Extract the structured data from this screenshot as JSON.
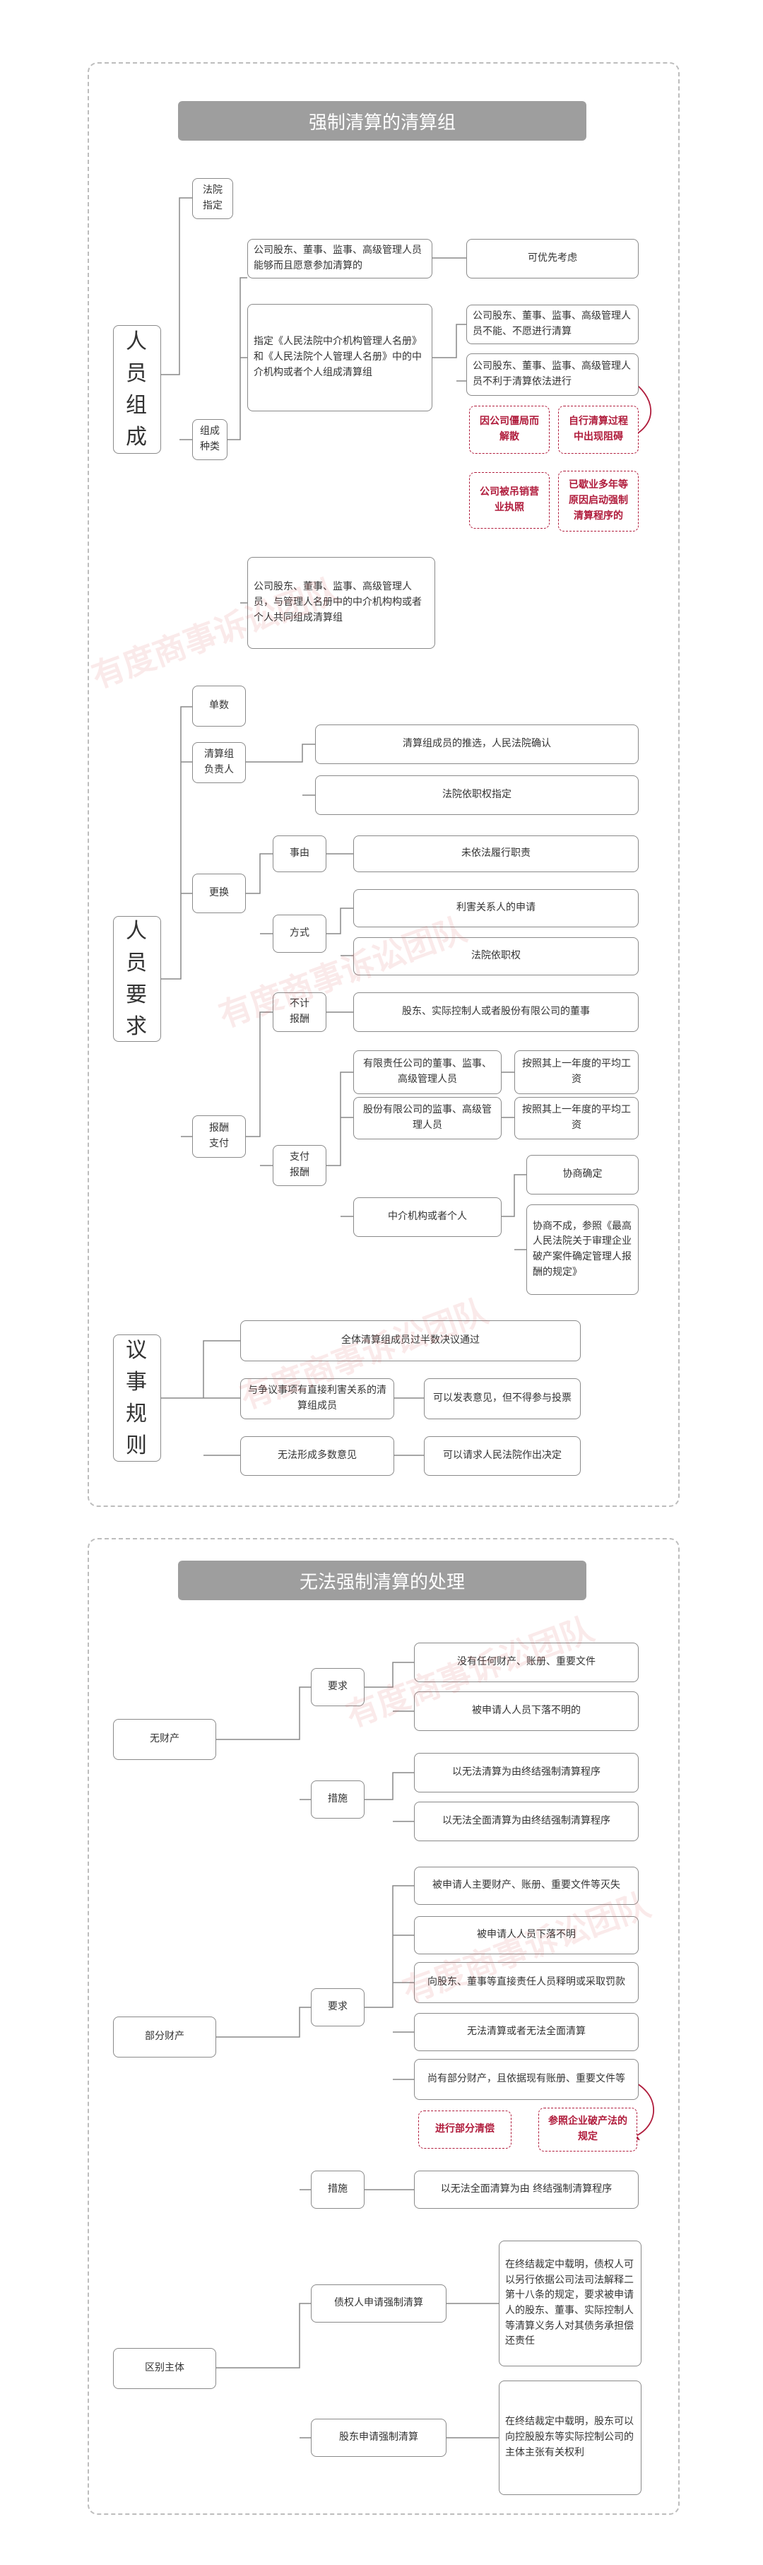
{
  "section1": {
    "title": "强制清算的清算组",
    "personnel_composition": {
      "label": "人\n员\n组\n成",
      "court_designated": {
        "label": "法院\n指定",
        "item1": "公司股东、董事、监事、高级管理人员能够而且愿意参加清算的",
        "item1_result": "可优先考虑",
        "item2": "指定《人民法院中介机构管理人名册》和《人民法院个人管理人名册》中的中介机构或者个人组成清算组",
        "item2_cond1": "公司股东、董事、监事、高级管理人员不能、不愿进行清算",
        "item2_cond2": "公司股东、董事、监事、高级管理人员不利于清算依法进行",
        "reasons": [
          "因公司僵局而解散",
          "自行清算过程中出现阻碍",
          "公司被吊销营业执照",
          "已歇业多年等原因启动强制清算程序的"
        ]
      },
      "composition_type": "组成\n种类",
      "item3": "公司股东、董事、监事、高级管理人员，与管理人名册中的中介机构构或者个人共同组成清算组"
    },
    "personnel_requirements": {
      "label": "人\n员\n要\n求",
      "single": "单数",
      "leader": "清算组\n负责人",
      "leader_items": [
        "清算组成员的推选，人民法院确认",
        "法院依职权指定"
      ],
      "replace": "更换",
      "reason_label": "事由",
      "reason_value": "未依法履行职责",
      "method_label": "方式",
      "method_items": [
        "利害关系人的申请",
        "法院依职权"
      ],
      "pay": "报酬\n支付",
      "no_pay": "不计\n报酬",
      "no_pay_value": "股东、实际控制人或者股份有限公司的董事",
      "paid": "支付\n报酬",
      "paid_items": [
        {
          "who": "有限责任公司的董事、监事、高级管理人员",
          "how": "按照其上一年度的平均工资"
        },
        {
          "who": "股份有限公司的监事、高级管理人员",
          "how": "按照其上一年度的平均工资"
        }
      ],
      "agency": "中介机构或者个人",
      "agency_items": [
        "协商确定",
        "协商不成，参照《最高人民法院关于审理企业破产案件确定管理人报酬的规定》"
      ]
    },
    "rules": {
      "label": "议\n事\n规\n则",
      "items": [
        {
          "left": "全体清算组成员过半数决议通过",
          "right": ""
        },
        {
          "left": "与争议事项有直接利害关系的清算组成员",
          "right": "可以发表意见，但不得参与投票"
        },
        {
          "left": "无法形成多数意见",
          "right": "可以请求人民法院作出决定"
        }
      ]
    }
  },
  "section2": {
    "title": "无法强制清算的处理",
    "no_assets": {
      "label": "无财产",
      "req_label": "要求",
      "req_items": [
        "没有任何财产、账册、重要文件",
        "被申请人人员下落不明的"
      ],
      "measure_label": "措施",
      "measure_items": [
        "以无法清算为由终结强制清算程序",
        "以无法全面清算为由终结强制清算程序"
      ]
    },
    "partial_assets": {
      "label": "部分财产",
      "req_label": "要求",
      "req_items": [
        "被申请人主要财产、账册、重要文件等灭失",
        "被申请人人员下落不明",
        "向股东、董事等直接责任人员释明或采取罚款",
        "无法清算或者无法全面清算",
        "尚有部分财产，且依据现有账册、重要文件等"
      ],
      "outcomes": [
        "进行部分清偿",
        "参照企业破产法的规定"
      ],
      "measure_label": "措施",
      "measure_value": "以无法全面清算为由 终结强制清算程序"
    },
    "subjects": {
      "label": "区别主体",
      "creditor": "债权人申请强制清算",
      "creditor_desc": "在终结裁定中载明，债权人可以另行依据公司法司法解释二第十八条的规定，要求被申请人的股东、董事、实际控制人等清算义务人对其债务承担偿还责任",
      "shareholder": "股东申请强制清算",
      "shareholder_desc": "在终结裁定中载明，股东可以向控股股东等实际控制公司的主体主张有关权利"
    }
  },
  "watermark": "有度商事诉讼团队"
}
